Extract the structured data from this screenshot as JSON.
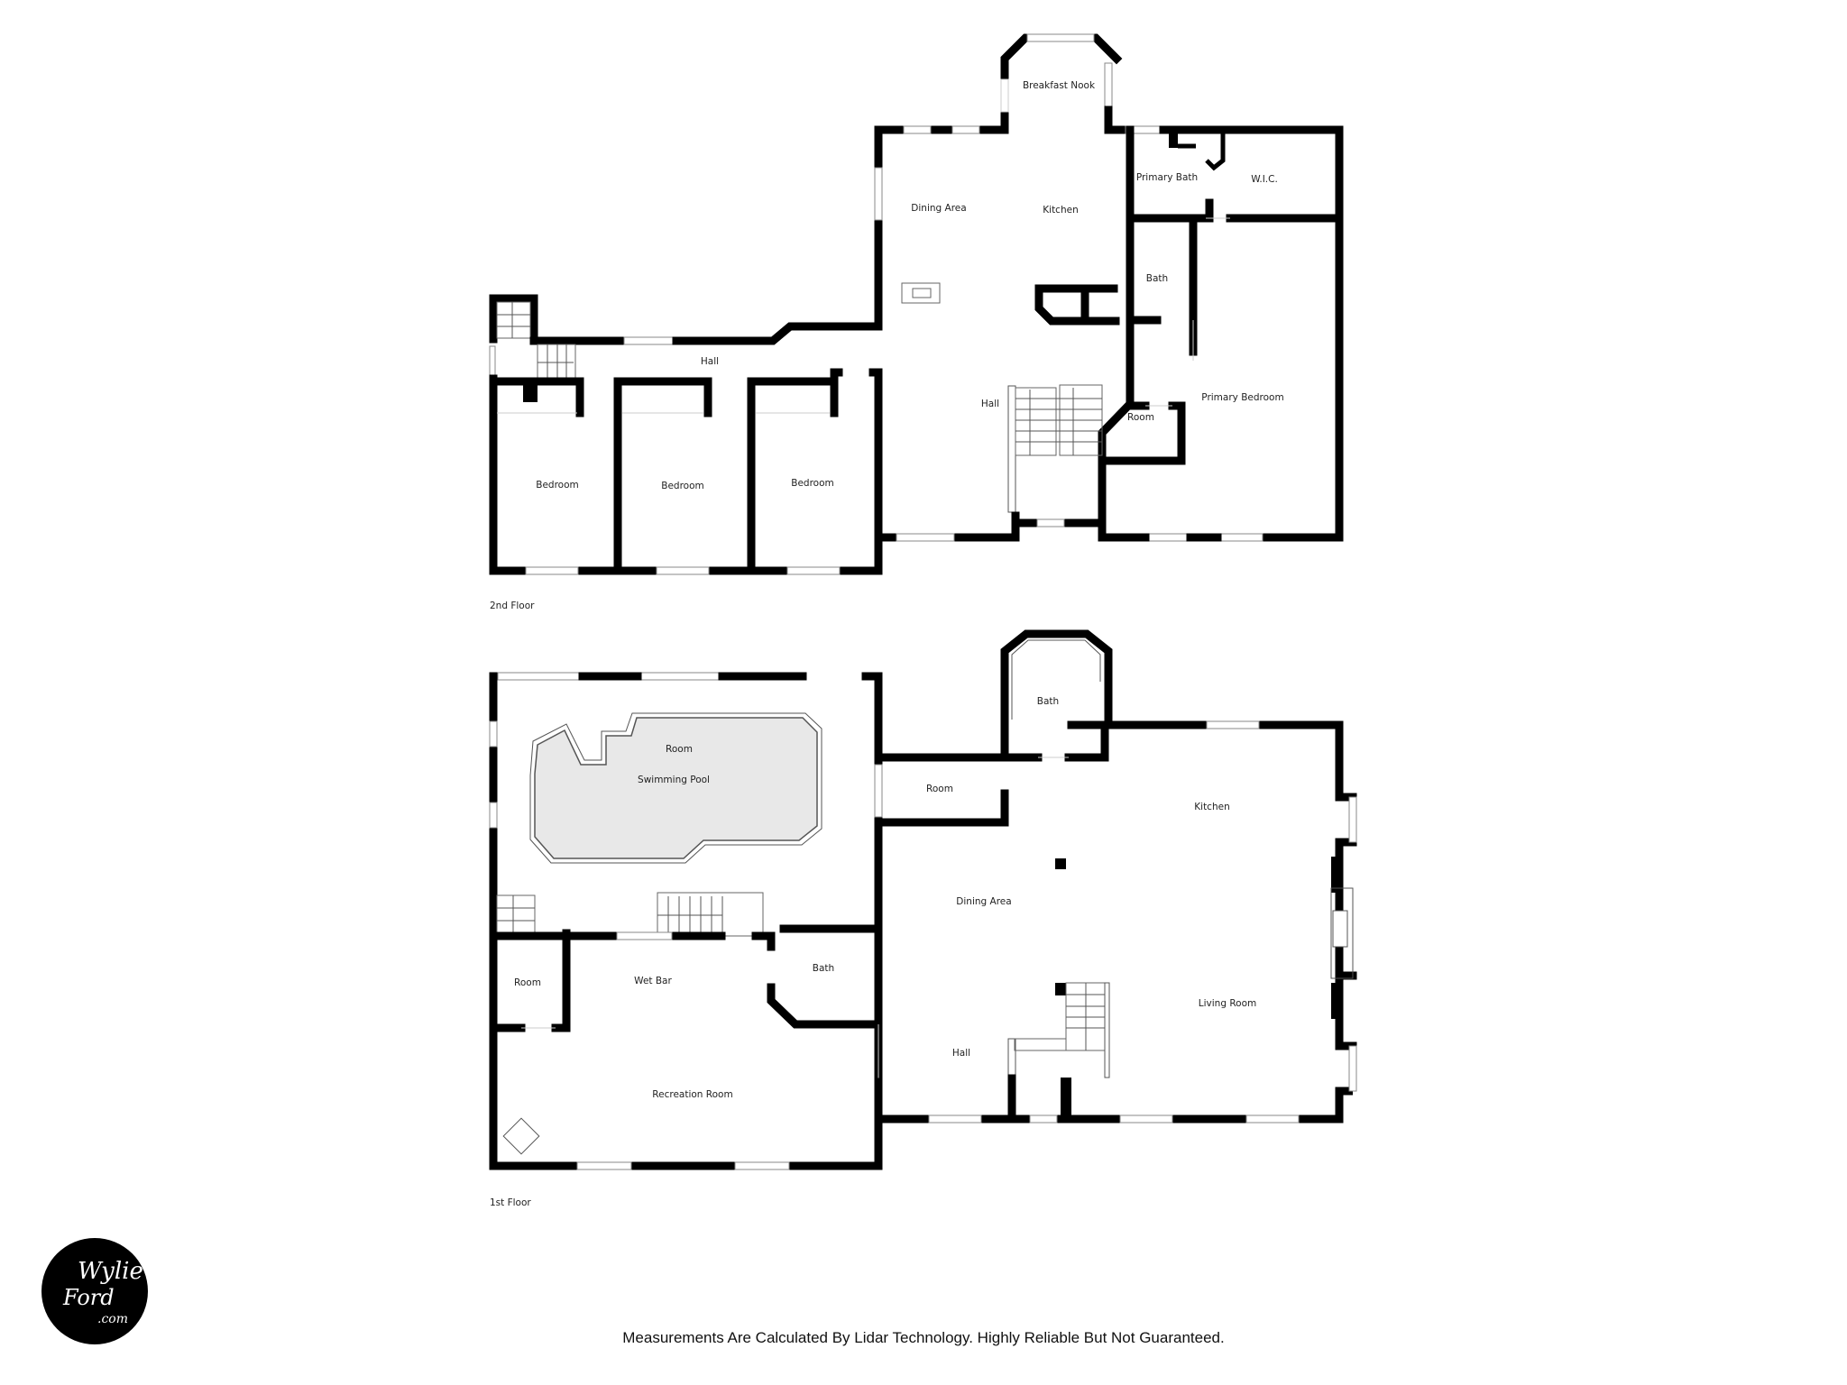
{
  "floors": [
    {
      "label": "2nd Floor",
      "rooms": {
        "breakfast_nook": "Breakfast Nook",
        "dining_area": "Dining Area",
        "kitchen": "Kitchen",
        "primary_bath": "Primary Bath",
        "wic": "W.I.C.",
        "bath": "Bath",
        "hall_upper": "Hall",
        "hall_main": "Hall",
        "room": "Room",
        "primary_bedroom": "Primary Bedroom",
        "bedroom_1": "Bedroom",
        "bedroom_2": "Bedroom",
        "bedroom_3": "Bedroom"
      }
    },
    {
      "label": "1st Floor",
      "rooms": {
        "pool_room": "Room",
        "swimming_pool": "Swimming Pool",
        "room_left": "Room",
        "wet_bar": "Wet Bar",
        "bath_left": "Bath",
        "recreation_room": "Recreation Room",
        "bath_top": "Bath",
        "room_mid": "Room",
        "kitchen": "Kitchen",
        "dining_area": "Dining Area",
        "living_room": "Living Room",
        "hall": "Hall"
      }
    }
  ],
  "colors": {
    "wall": "#000000",
    "pool_fill": "#e8e8e8",
    "background": "#ffffff"
  },
  "logo": {
    "line1": "Wylie",
    "line2": "Ford",
    "line3": ".com"
  },
  "footer": {
    "disclaimer": "Measurements Are Calculated By Lidar Technology. Highly Reliable But Not Guaranteed."
  }
}
